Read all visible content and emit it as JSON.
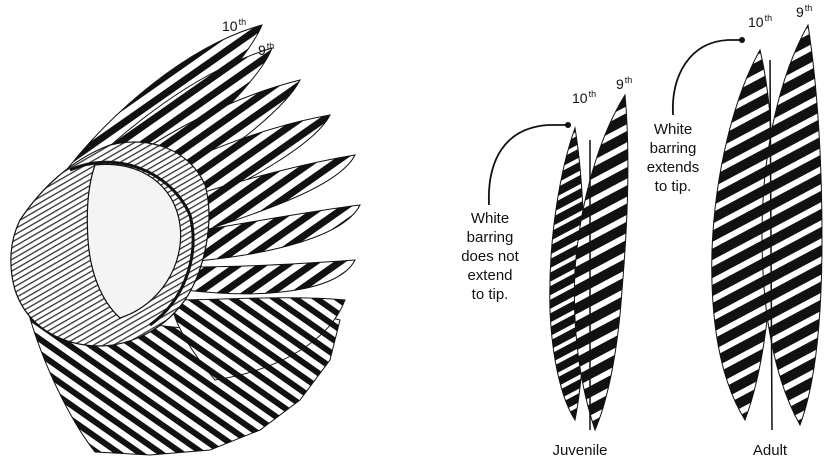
{
  "wing": {
    "primary_labels": [
      {
        "num": "10",
        "suffix": "th"
      },
      {
        "num": "9",
        "suffix": "th"
      }
    ]
  },
  "juvenile": {
    "primary_labels": [
      {
        "num": "10",
        "suffix": "th"
      },
      {
        "num": "9",
        "suffix": "th"
      }
    ],
    "note_lines": [
      "White",
      "barring",
      "does not",
      "extend",
      "to tip."
    ],
    "caption": "Juvenile"
  },
  "adult": {
    "primary_labels": [
      {
        "num": "10",
        "suffix": "th"
      },
      {
        "num": "9",
        "suffix": "th"
      }
    ],
    "note_lines": [
      "White",
      "barring",
      "extends",
      "to tip."
    ],
    "caption": "Adult"
  },
  "colors": {
    "ink": "#111111",
    "paper": "#ffffff"
  }
}
